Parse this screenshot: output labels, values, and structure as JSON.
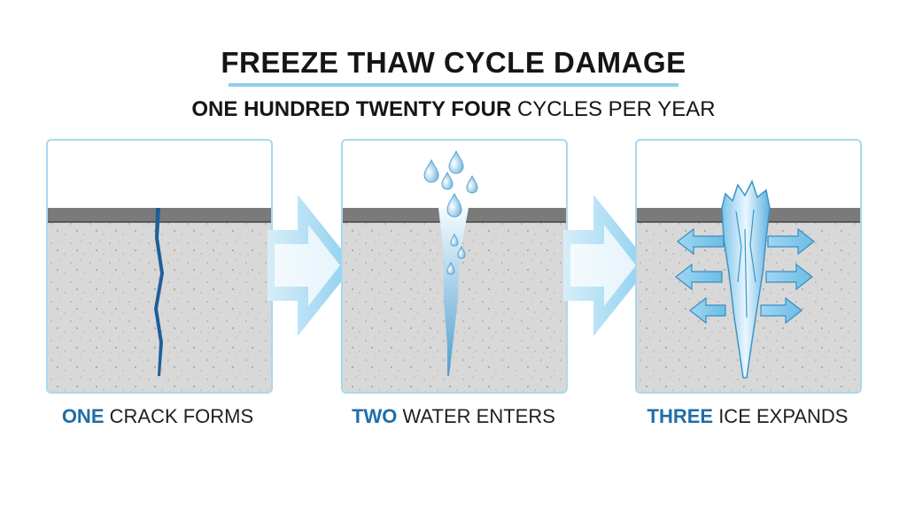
{
  "title": "FREEZE THAW CYCLE DAMAGE",
  "subtitle": {
    "bold": "ONE HUNDRED TWENTY FOUR",
    "rest": "CYCLES PER YEAR"
  },
  "steps": [
    {
      "number": "ONE",
      "label": "CRACK FORMS"
    },
    {
      "number": "TWO",
      "label": "WATER ENTERS"
    },
    {
      "number": "THREE",
      "label": "ICE EXPANDS"
    }
  ],
  "colors": {
    "accent_blue": "#1f6ea8",
    "light_blue": "#a8d8ef",
    "concrete": "#d9d9d9",
    "asphalt": "#7a7a7a"
  },
  "icons": [
    "arrow-right-icon",
    "water-drop-icon",
    "expansion-arrow-icon"
  ]
}
